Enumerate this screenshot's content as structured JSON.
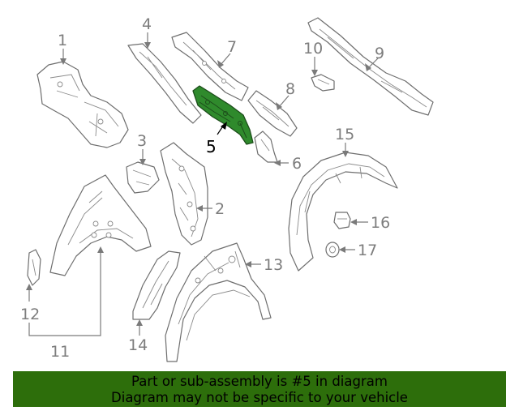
{
  "callouts": {
    "c1": "1",
    "c2": "2",
    "c3": "3",
    "c4": "4",
    "c5": "5",
    "c6": "6",
    "c7": "7",
    "c8": "8",
    "c9": "9",
    "c10": "10",
    "c11": "11",
    "c12": "12",
    "c13": "13",
    "c14": "14",
    "c15": "15",
    "c16": "16",
    "c17": "17"
  },
  "highlight": {
    "part_number": "5",
    "color": "#2f8a2c"
  },
  "banner": {
    "line1": "Part or sub-assembly is #5 in diagram",
    "line2": "Diagram may not be specific to your vehicle",
    "background": "#2d6e0b"
  }
}
